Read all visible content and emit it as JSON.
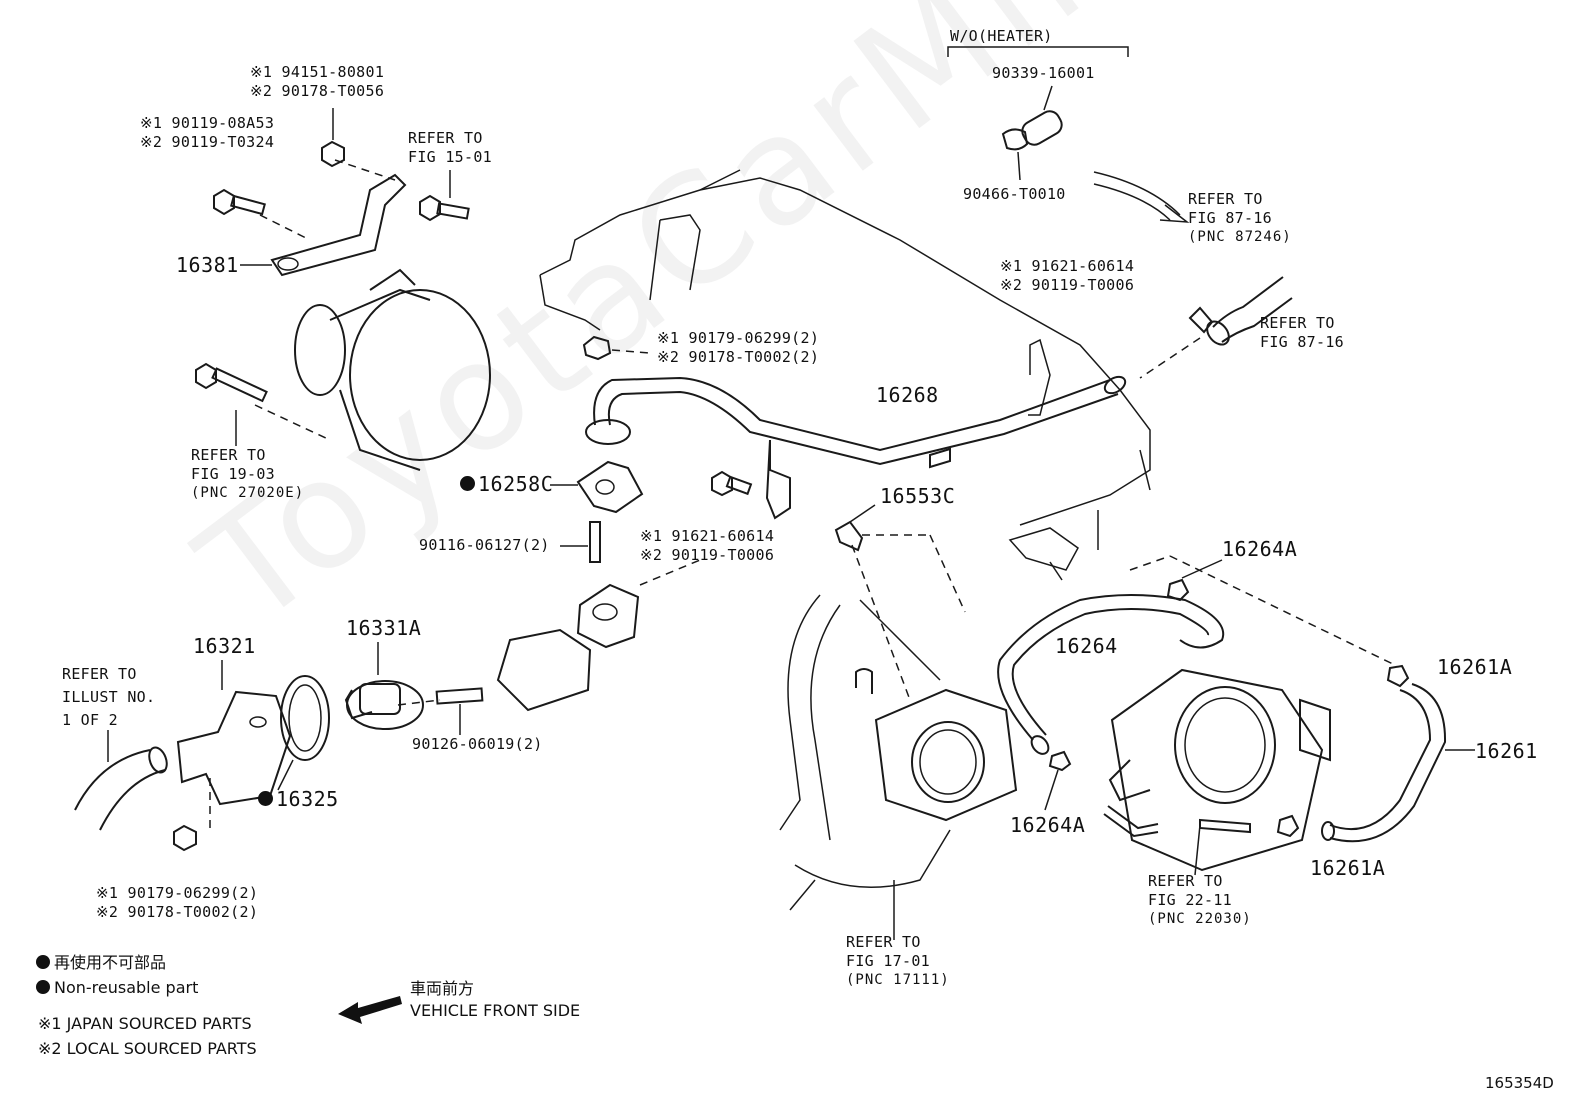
{
  "watermark": "ToyotaCarMine.ru",
  "header": {
    "wo_heater": "W/O(HEATER)"
  },
  "labels": {
    "p_90339": "90339-16001",
    "p_90466": "90466-T0010",
    "ref_87_16_top": [
      "REFER TO",
      "FIG 87-16",
      "(PNC 87246)"
    ],
    "ref_87_16_right": [
      "REFER TO",
      "FIG 87-16"
    ],
    "bolt_tr": [
      "※1 91621-60614",
      "※2 90119-T0006"
    ],
    "p_16268": "16268",
    "nut_center": [
      "※1 90179-06299(2)",
      "※2 90178-T0002(2)"
    ],
    "bolt_center": [
      "※1 91621-60614",
      "※2 90119-T0006"
    ],
    "p_16258c": "16258C",
    "p_90116": "90116-06127(2)",
    "p_16553c": "16553C",
    "p_16264a_top": "16264A",
    "p_16264": "16264",
    "p_16261a_top": "16261A",
    "p_16261": "16261",
    "p_16264a_bot": "16264A",
    "p_16261a_bot": "16261A",
    "ref_22_11": [
      "REFER TO",
      "FIG 22-11",
      "(PNC 22030)"
    ],
    "ref_17_01": [
      "REFER TO",
      "FIG 17-01",
      "(PNC 17111)"
    ],
    "nut_top": [
      "※1 94151-80801",
      "※2 90178-T0056"
    ],
    "bolt_top": [
      "※1 90119-08A53",
      "※2 90119-T0324"
    ],
    "ref_15_01": [
      "REFER TO",
      "FIG 15-01"
    ],
    "p_16381": "16381",
    "ref_19_03": [
      "REFER TO",
      "FIG 19-03",
      "(PNC 27020E)"
    ],
    "p_16321": "16321",
    "p_16331a": "16331A",
    "p_90126": "90126-06019(2)",
    "p_16325": "16325",
    "ref_illust": [
      "REFER TO",
      "ILLUST NO.",
      "1 OF 2"
    ],
    "nut_bottom": [
      "※1 90179-06299(2)",
      "※2 90178-T0002(2)"
    ]
  },
  "legend": {
    "nonreusable_jp": "再使用不可部品",
    "nonreusable_en": "Non-reusable part",
    "japan": "※1 JAPAN SOURCED PARTS",
    "local": "※2 LOCAL SOURCED PARTS"
  },
  "direction": {
    "jp": "車両前方",
    "en": "VEHICLE FRONT SIDE"
  },
  "figure_code": "165354D"
}
